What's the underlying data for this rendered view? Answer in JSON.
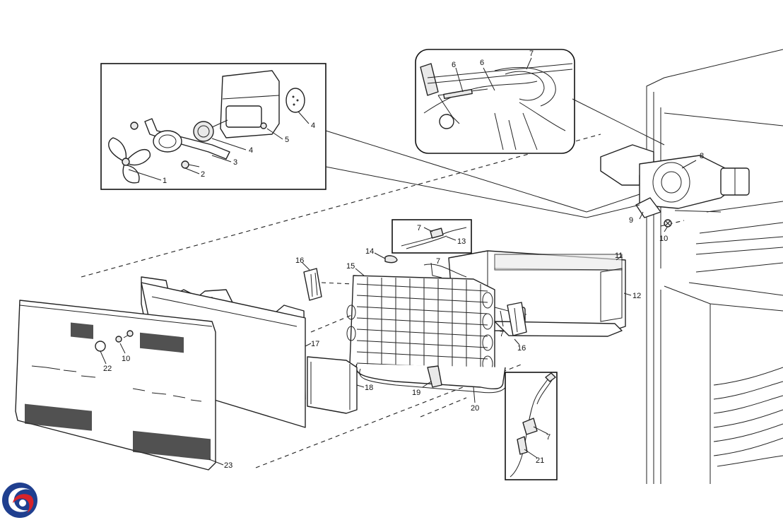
{
  "callouts": {
    "c1": "1",
    "c2": "2",
    "c3": "3",
    "c4a": "4",
    "c4b": "4",
    "c5": "5",
    "c6a": "6",
    "c6b": "6",
    "c7a": "7",
    "c8": "8",
    "c9": "9",
    "c10a": "10",
    "c10b": "10",
    "c11": "11",
    "c12": "12",
    "c7b": "7",
    "c13": "13",
    "c14": "14",
    "c15": "15",
    "c7c": "7",
    "c16a": "16",
    "c7d": "7",
    "c16b": "16",
    "c17": "17",
    "c18": "18",
    "c19": "19",
    "c20": "20",
    "c7e": "7",
    "c21": "21",
    "c22": "22",
    "c23": "23"
  },
  "colors": {
    "logo_blue": "#1f3f8f",
    "logo_red": "#d8232a",
    "line": "#222222"
  },
  "logo": {
    "icon": "brand-swirl-logo"
  }
}
